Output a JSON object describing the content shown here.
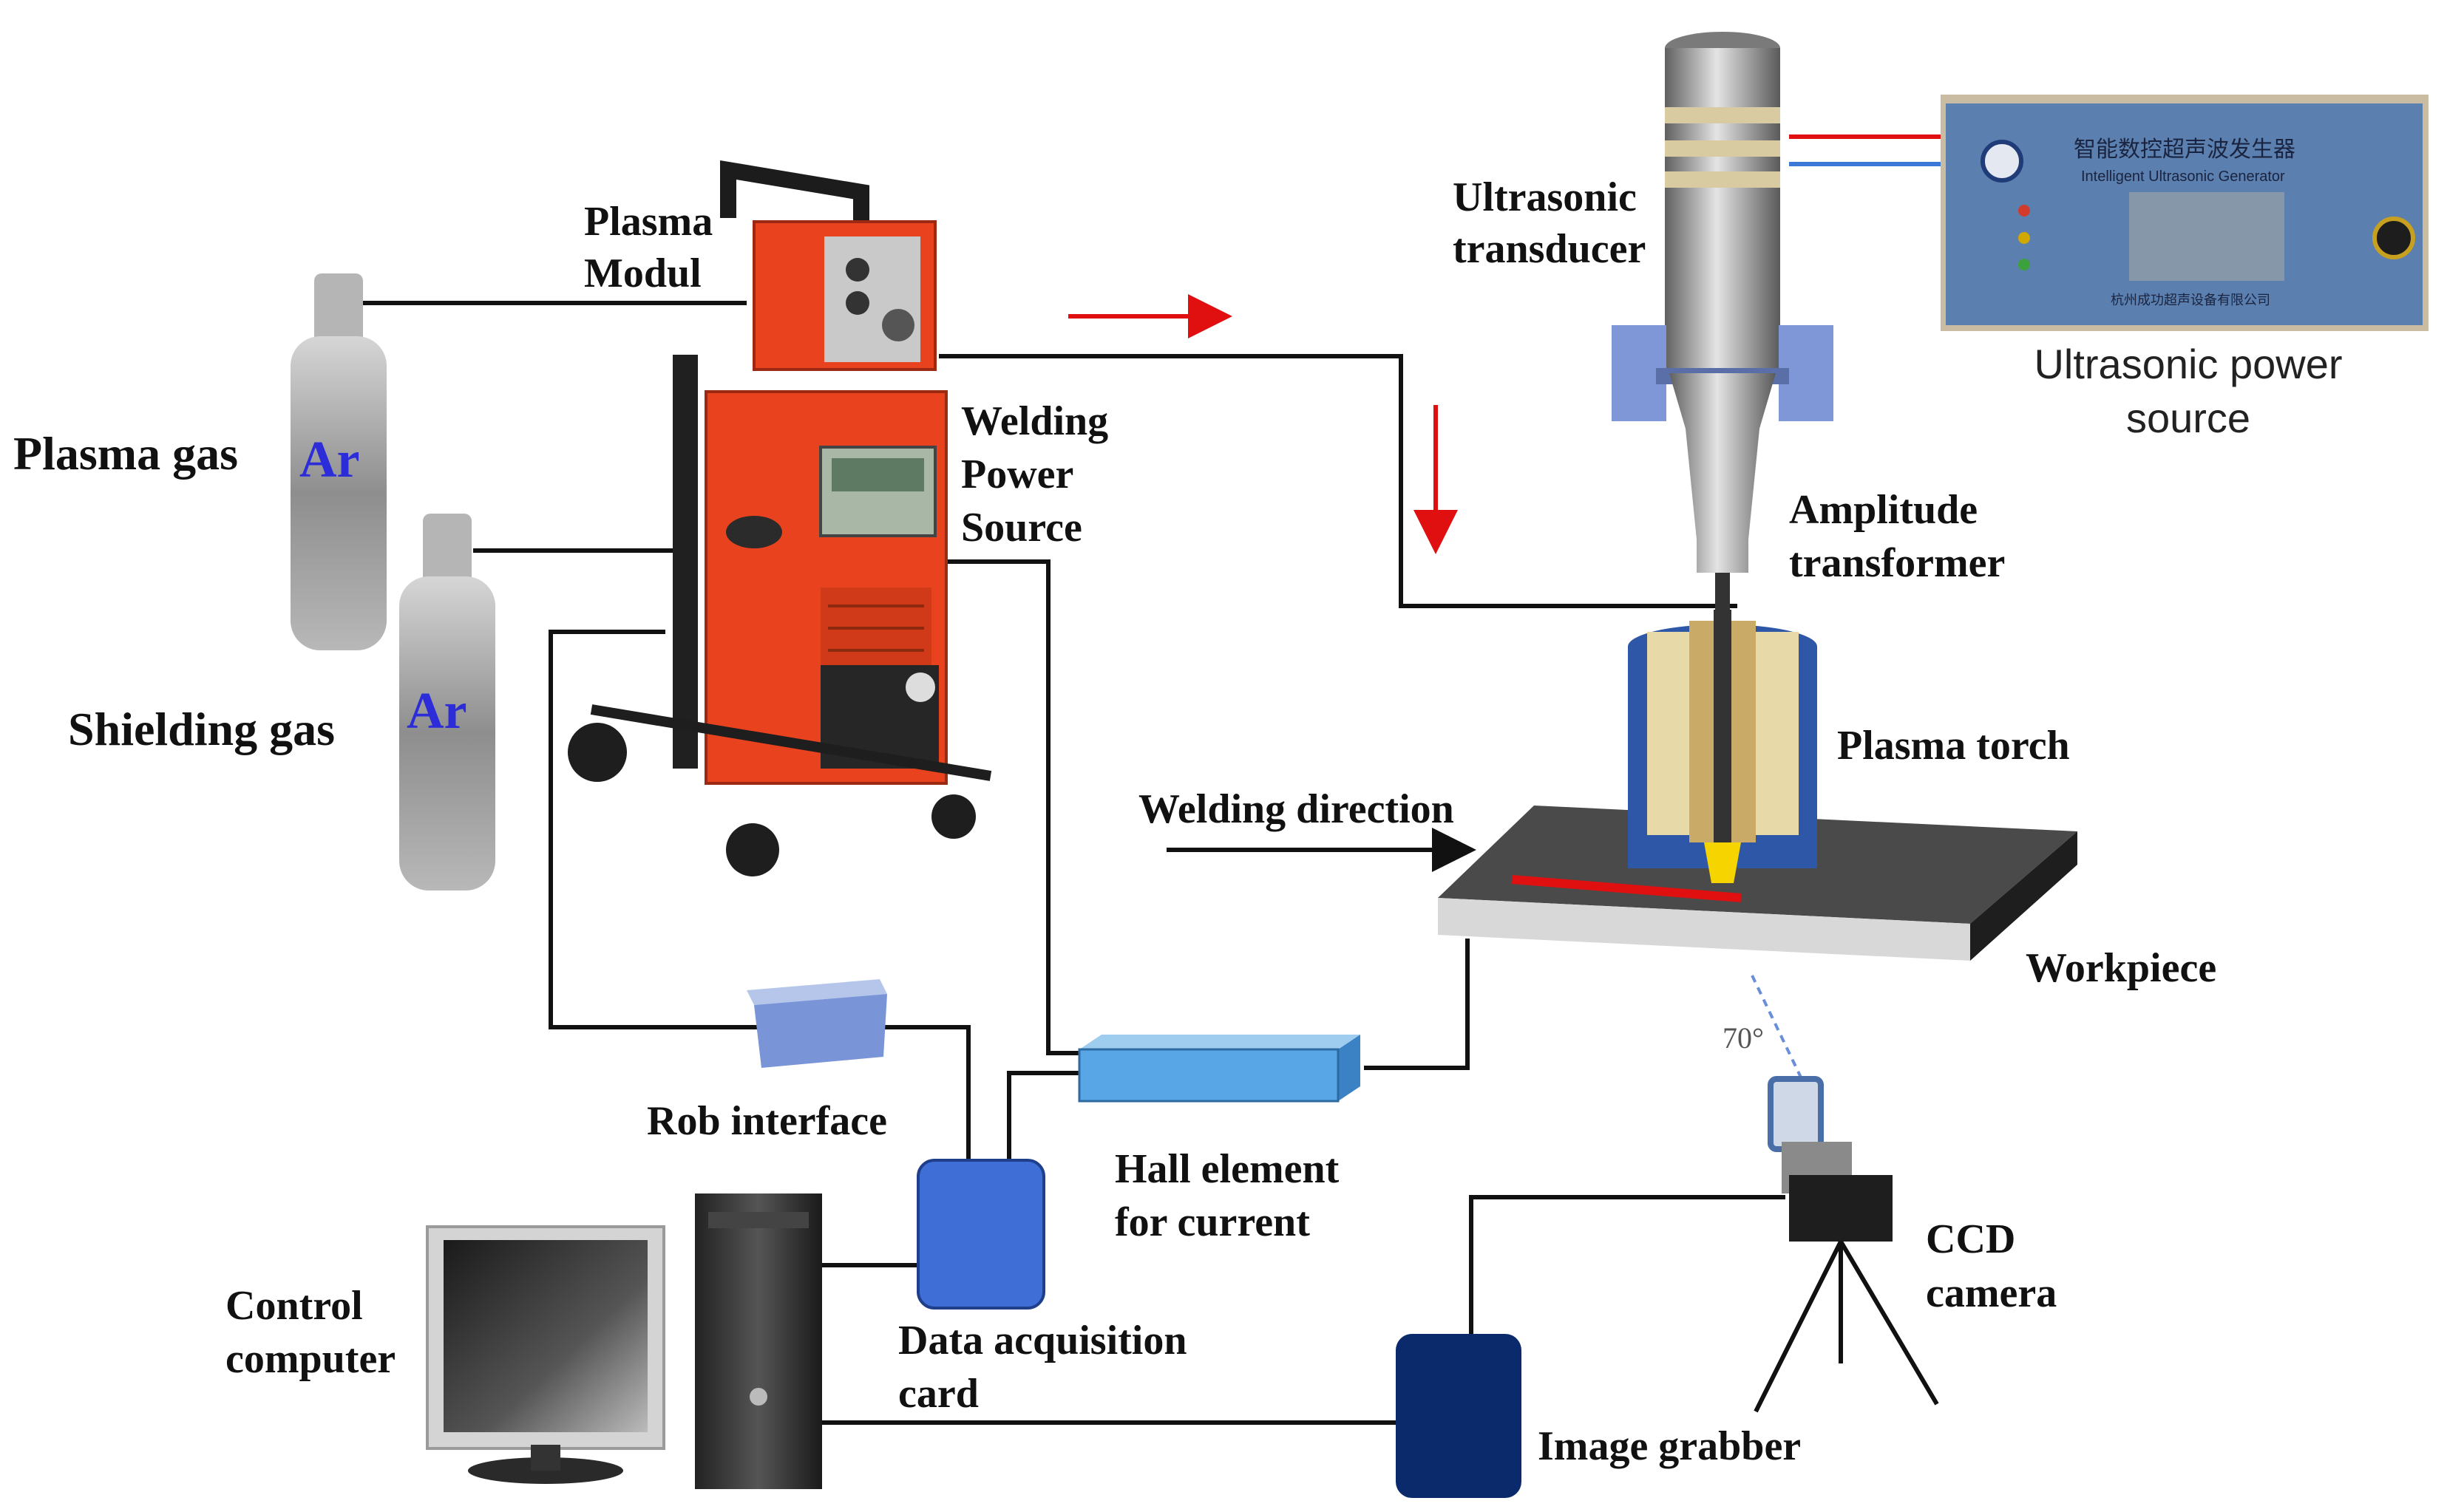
{
  "labels": {
    "plasma_modul": [
      "Plasma",
      "Modul"
    ],
    "plasma_gas": "Plasma gas",
    "shielding_gas": "Shielding gas",
    "gas_symbol": "Ar",
    "welding_power_source": [
      "Welding",
      "Power",
      "Source"
    ],
    "ultrasonic_transducer": [
      "Ultrasonic",
      "transducer"
    ],
    "ultrasonic_power_source": [
      "Ultrasonic power",
      "source"
    ],
    "amplitude_transformer": [
      "Amplitude",
      "transformer"
    ],
    "plasma_torch": "Plasma torch",
    "welding_direction": "Welding direction",
    "workpiece": "Workpiece",
    "angle": "70°",
    "rob_interface": "Rob interface",
    "hall_element": [
      "Hall element",
      "for current"
    ],
    "ccd_camera": [
      "CCD",
      "camera"
    ],
    "control_computer": [
      "Control",
      "computer"
    ],
    "data_acquisition_card": [
      "Data acquisition",
      "card"
    ],
    "image_grabber": "Image grabber"
  },
  "generator_panel": {
    "title_cn": "智能数控超声波发生器",
    "title_en": "Intelligent Ultrasonic Generator",
    "maker": "杭州成功超声设备有限公司"
  },
  "colors": {
    "welder_red": "#e8421f",
    "gas_cylinder": "#9a9a9a",
    "flow_arrow": "#e01010",
    "daq_card": "#3f6fd6",
    "image_grabber": "#0b2a6b",
    "hall_element": "#58a6e6",
    "torch_shield": "#2e57a8",
    "torch_inner": "#e8d9a8",
    "workpiece": "#4a4a4a",
    "ultrasonic_box": "#5b7fae",
    "clamp": "#7f97d6"
  }
}
